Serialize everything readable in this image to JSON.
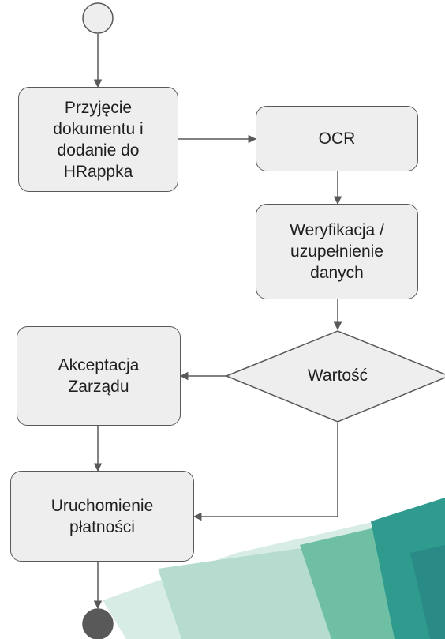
{
  "diagram": {
    "nodes": {
      "intake": {
        "label": "Przyjęcie\ndokumentu i\ndodanie do\nHRappka"
      },
      "ocr": {
        "label": "OCR"
      },
      "verify": {
        "label": "Weryfikacja /\nuzupełnienie\ndanych"
      },
      "decision": {
        "label": "Wartość"
      },
      "approval": {
        "label": "Akceptacja\nZarządu"
      },
      "payment": {
        "label": "Uruchomienie\npłatności"
      }
    },
    "colors": {
      "node_fill": "#eeeeee",
      "node_stroke": "#595959",
      "start_fill": "#eeeeee",
      "end_fill": "#595959",
      "edge": "#595959",
      "background_teal": "#2e9b8e",
      "background_light": "#bfe0d6"
    }
  }
}
